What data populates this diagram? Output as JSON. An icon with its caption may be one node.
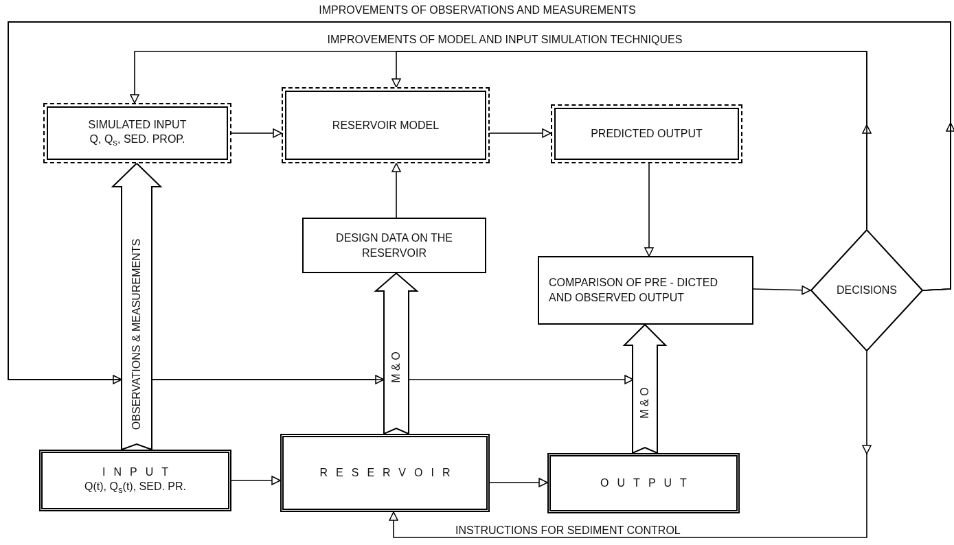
{
  "diagram": {
    "nodes": [
      {
        "text": [
          "SIMULATED INPUT",
          "Q, Q$_{s}$, SED. PROP."
        ]
      },
      {
        "text": [
          "RESERVOIR MODEL"
        ]
      },
      {
        "text": [
          "PREDICTED OUTPUT"
        ]
      },
      {
        "text": [
          "DESIGN DATA ON THE RESERVOIR"
        ]
      },
      {
        "text": [
          "COMPARISON OF PRE - DICTED AND OBSERVED OUTPUT"
        ]
      },
      {
        "text": [
          "DECISIONS"
        ]
      },
      {
        "text": [
          "INPUT",
          "Q(t), Q$_{s}$(t), SED. PR."
        ]
      },
      {
        "text": [
          "RESERVOIR"
        ]
      },
      {
        "text": [
          "OUTPUT"
        ]
      }
    ],
    "edges": [
      {
        "from": 0,
        "to": 1,
        "arrow": "to"
      },
      {
        "from": 1,
        "to": 2,
        "arrow": "to"
      },
      {
        "from": 3,
        "to": 1,
        "arrow": "to"
      },
      {
        "from": 2,
        "to": 4,
        "arrow": "to"
      },
      {
        "from": 4,
        "to": 5,
        "arrow": "to"
      },
      {
        "from": 6,
        "to": 7,
        "arrow": "to"
      },
      {
        "from": 7,
        "to": 8,
        "arrow": "to"
      },
      {
        "from": 6,
        "to": 0,
        "arrow": "to",
        "style": "thick",
        "label": "OBSERVATIONS & MEASUREMENTS"
      },
      {
        "from": 7,
        "to": 3,
        "arrow": "to",
        "style": "thick",
        "label": "M & O"
      },
      {
        "from": 8,
        "to": 4,
        "arrow": "to",
        "style": "thick",
        "label": "M & O"
      },
      {
        "from": 5,
        "to": 0,
        "arrow": "to",
        "label": "IMPROVEMENTS OF MODEL AND INPUT SIMULATION TECHNIQUES"
      },
      {
        "from": 5,
        "to": 1,
        "arrow": "to"
      },
      {
        "from": 5,
        "to": null,
        "arrow": "to",
        "label": "IMPROVEMENTS OF OBSERVATIONS AND MEASUREMENTS"
      },
      {
        "from": 5,
        "to": null,
        "arrow": "to"
      },
      {
        "from": 5,
        "to": null,
        "arrow": "to"
      },
      {
        "from": 5,
        "to": 7,
        "arrow": "to",
        "label": "INSTRUCTIONS FOR SEDIMENT CONTROL"
      }
    ]
  }
}
